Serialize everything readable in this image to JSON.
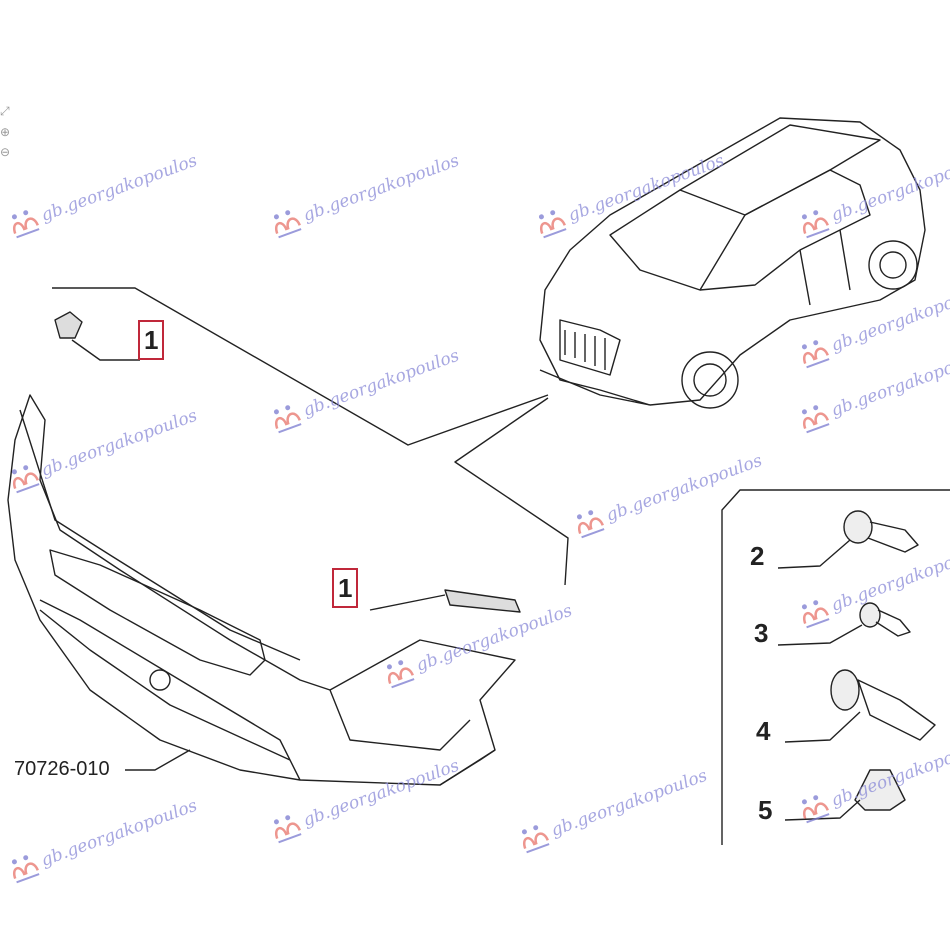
{
  "callouts": {
    "part1_top": "1",
    "part1_mid": "1",
    "part2": "2",
    "part3": "3",
    "part4": "4",
    "part5": "5",
    "assembly_number": "70726-010"
  },
  "watermark": {
    "text": "gb.georgakopoulos"
  },
  "viewer_icons": [
    "fullscreen-icon",
    "zoom-in-icon",
    "zoom-out-icon"
  ],
  "colors": {
    "line": "#222222",
    "highlight_box": "#c0283a",
    "watermark_text": "#8a8ad8",
    "watermark_logo": "#e8736a"
  }
}
